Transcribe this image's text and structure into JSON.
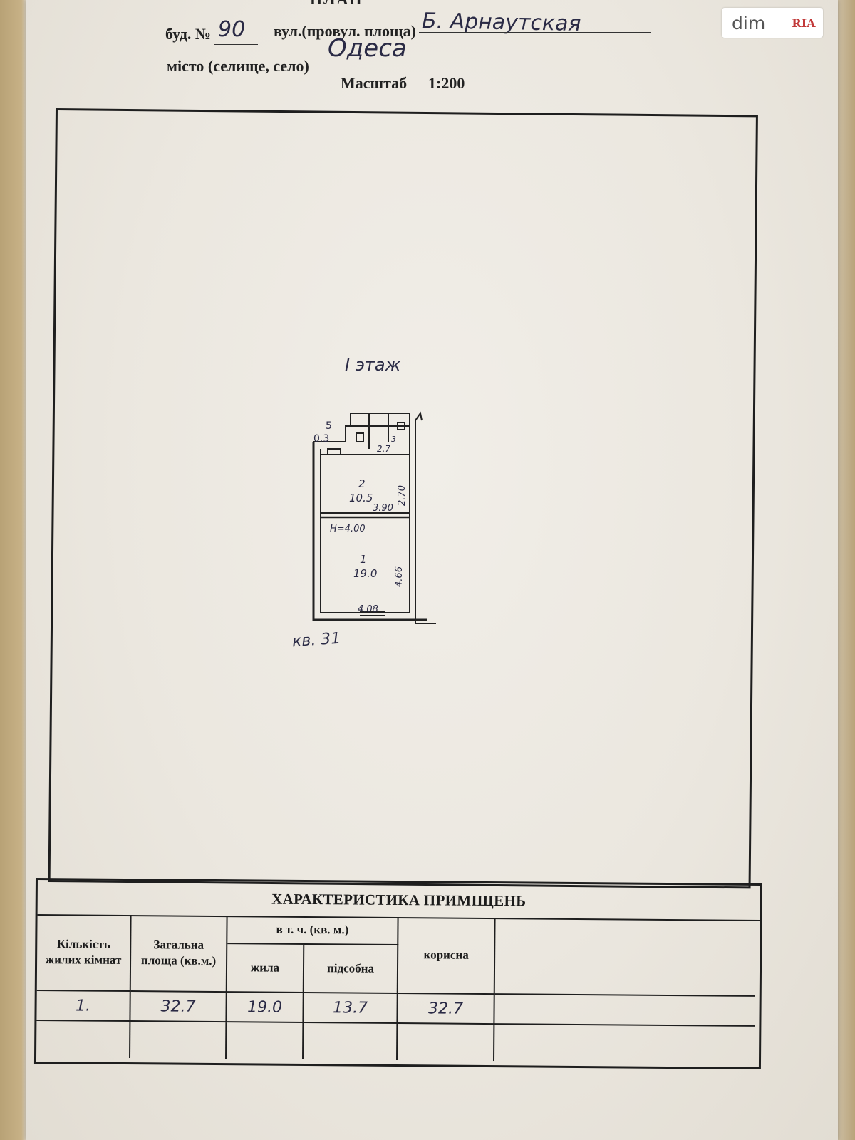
{
  "header": {
    "top_cut_text": "ПЛАН",
    "building_label": "буд. №",
    "building_number": "90",
    "street_label": "вул.(провул. площа)",
    "street_value": "Б. Арнаутская",
    "city_label": "місто (селище, село)",
    "city_value": "Одеса",
    "scale_label": "Масштаб",
    "scale_value": "1:200"
  },
  "plan": {
    "floor_label": "I этаж",
    "apartment_label": "кв. 31",
    "rooms": [
      {
        "number": "1",
        "area": "19.0"
      },
      {
        "number": "2",
        "area": "10.5"
      },
      {
        "number": "3",
        "area": "2.7"
      },
      {
        "number": "5",
        "area": "0.3"
      }
    ],
    "dimensions": {
      "height": "Н=4.00",
      "width_room2": "3.90",
      "depth_room2": "2.70",
      "depth_room1": "4.66",
      "width_room1": "4.08"
    }
  },
  "table": {
    "title": "ХАРАКТЕРИСТИКА ПРИМІЩЕНЬ",
    "columns": {
      "rooms_count": "Кількість жилих кімнат",
      "total_area": "Загальна площа (кв.м.)",
      "including": "в т. ч. (кв. м.)",
      "living": "жила",
      "auxiliary": "підсобна",
      "useful": "корисна"
    },
    "row": {
      "rooms_count": "1.",
      "total_area": "32.7",
      "living": "19.0",
      "auxiliary": "13.7",
      "useful": "32.7"
    }
  },
  "badge": {
    "dim": "dim",
    "ria": "RIA"
  },
  "colors": {
    "ink": "#1e1e1e",
    "handwriting": "#2a2a45",
    "paper": "#ebe7df"
  }
}
